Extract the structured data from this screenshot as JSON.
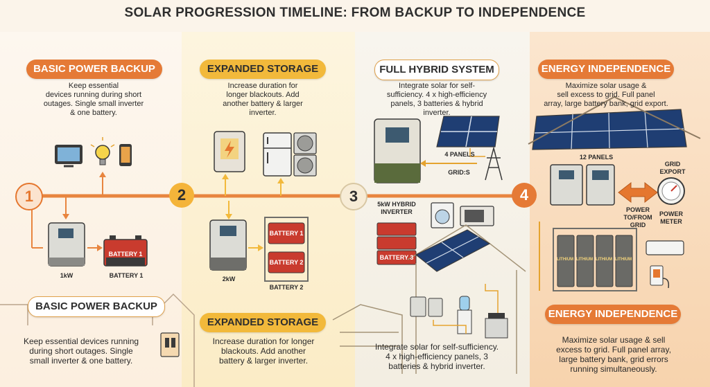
{
  "title": "SOLAR PROGRESSION TIMELINE: FROM BACKUP TO INDEPENDENCE",
  "steps": [
    {
      "number": "1",
      "heading": "BASIC POWER BACKUP",
      "desc_top_lines": [
        "Keep essential",
        "devices running during short",
        "outages. Single small inverter",
        "& one battery."
      ],
      "desc_bottom_lines": [
        "Keep essential devices running",
        "during short outages. Single",
        "small inverter & one battery."
      ],
      "labels": {
        "inverter": "1kW",
        "battery": "BATTERY 1",
        "battery_box": "BATTERY 1"
      }
    },
    {
      "number": "2",
      "heading": "EXPANDED STORAGE",
      "desc_top_lines": [
        "Increase duration for",
        "longer blackouts. Add",
        "another battery & larger",
        "inverter."
      ],
      "desc_bottom_lines": [
        "Increase duration for longer",
        "blackouts. Add another",
        "battery & larger inverter."
      ],
      "labels": {
        "inverter": "2kW",
        "battery": "BATTERY 2",
        "battery_box_a": "BATTERY 1",
        "battery_box_b": "BATTERY 2"
      }
    },
    {
      "number": "3",
      "heading": "FULL HYBRID SYSTEM",
      "desc_top_lines": [
        "Integrate solar for self-",
        "sufficiency. 4 x high-efficiency",
        "panels, 3 batteries & hybrid",
        "inverter."
      ],
      "desc_bottom_lines": [
        "Integrate solar for self-sufficiency.",
        "4 x high-efficiency panels, 3",
        "batteries & hybrid inverter."
      ],
      "labels": {
        "panels": "4 PANELS",
        "grid": "GRID:S",
        "inverter_a": "5kW HYBRID",
        "inverter_b": "INVERTER",
        "battery_box": "BATTERY 3"
      }
    },
    {
      "number": "4",
      "heading": "ENERGY INDEPENDENCE",
      "desc_top_lines": [
        "Maximize solar usage &",
        "sell excess to grid. Full panel",
        "array, large battery bank, grid export."
      ],
      "desc_bottom_lines": [
        "Maximize solar usage & sell",
        "excess to grid. Full panel array,",
        "large battery bank, grid errors",
        "running simultaneously."
      ],
      "labels": {
        "panels": "12 PANELS",
        "grid_export_a": "GRID",
        "grid_export_b": "EXPORT",
        "power_grid_a": "POWER",
        "power_grid_b": "TO/FROM",
        "power_grid_c": "GRID",
        "meter_a": "POWER",
        "meter_b": "METER",
        "battery_cell": "LITHIUM"
      }
    }
  ],
  "colors": {
    "orange": "#e57a36",
    "yellow": "#f2b93b",
    "line": "#e8853f",
    "dark": "#3a3a3a"
  }
}
